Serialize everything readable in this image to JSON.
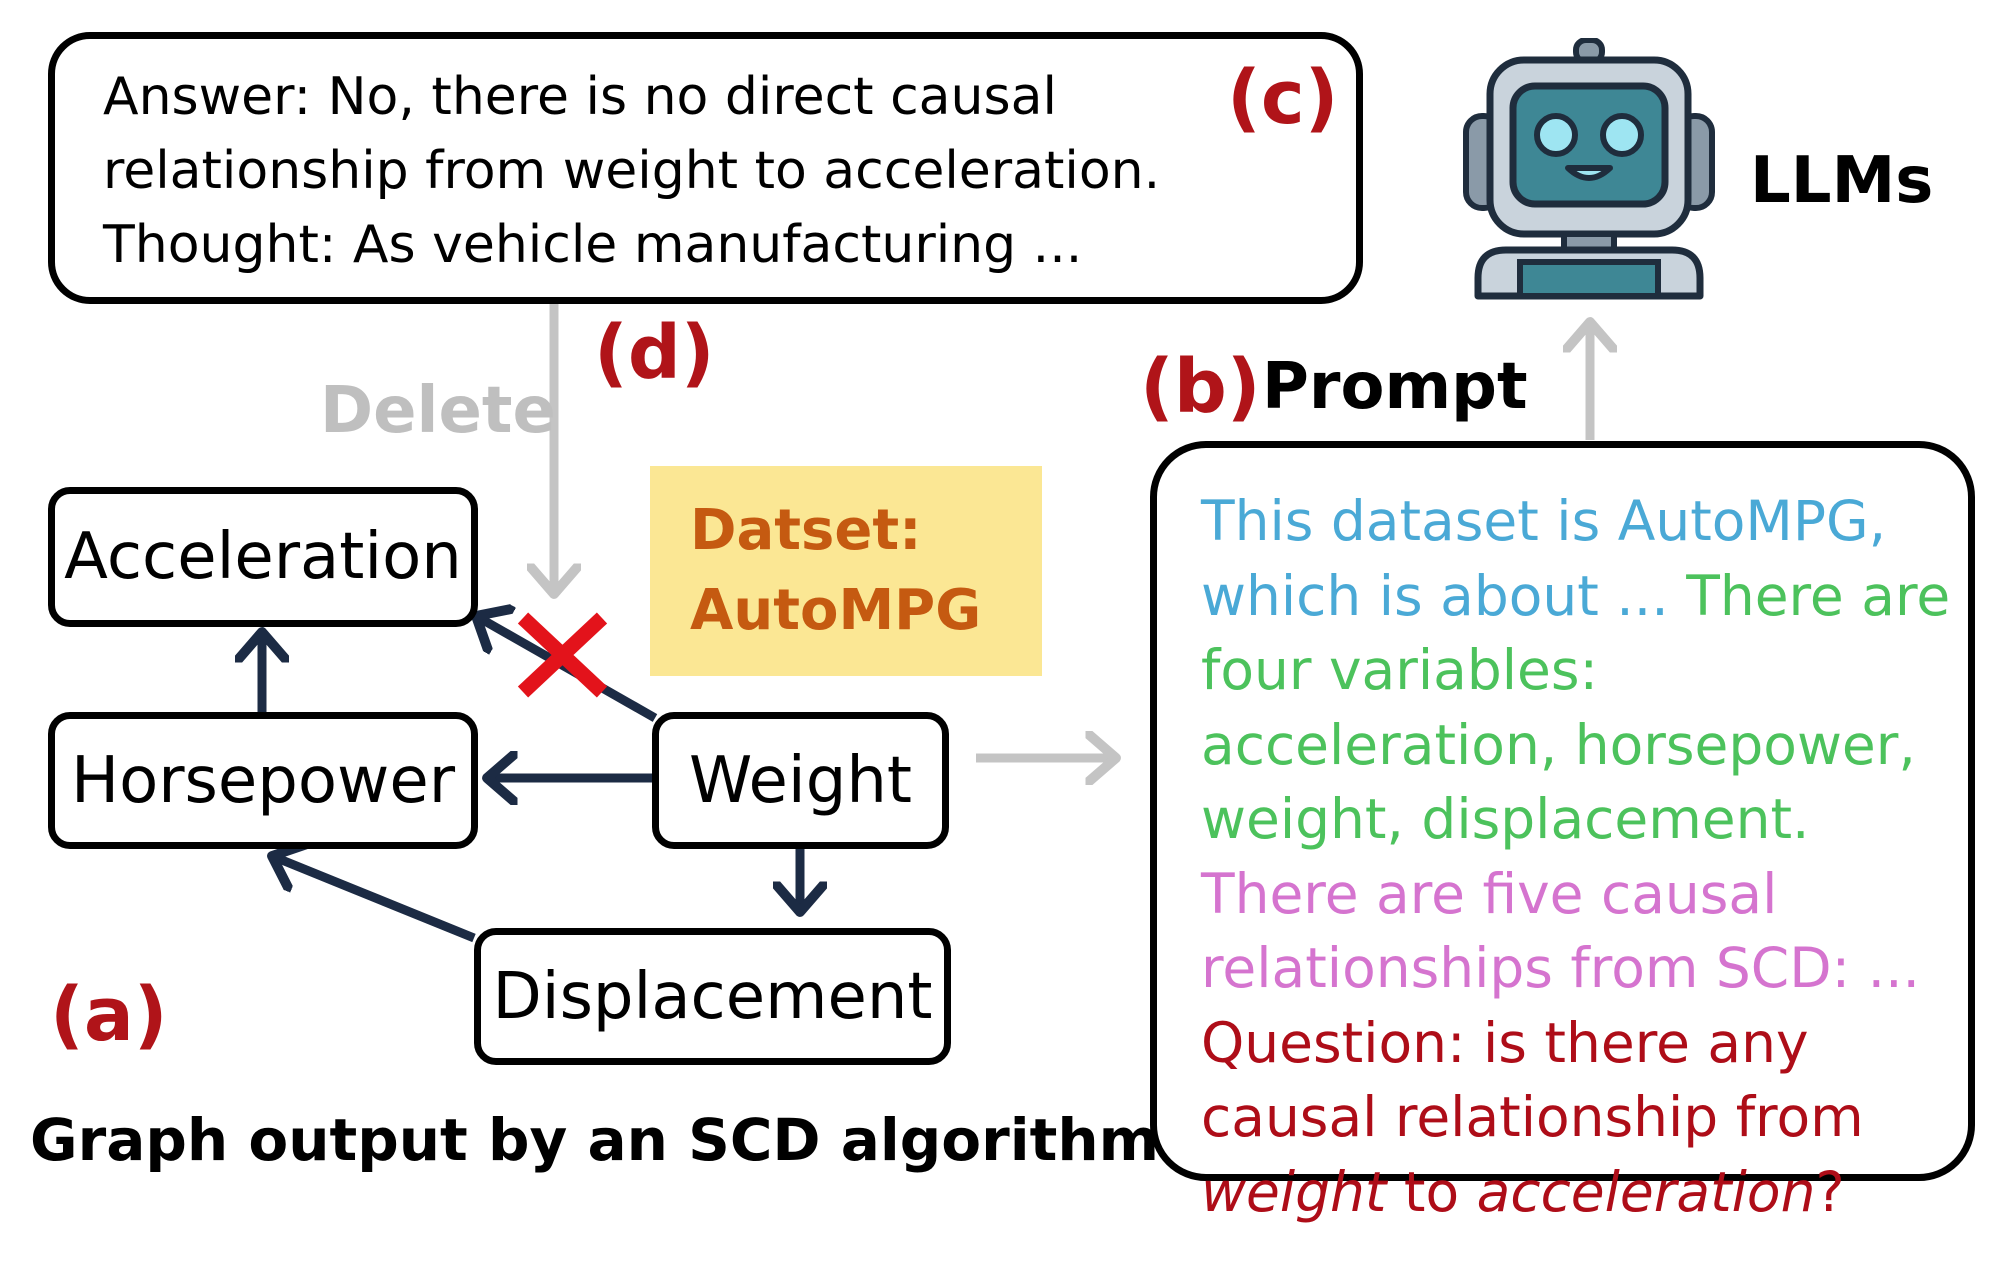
{
  "answer_box": {
    "line1": "Answer: No, there is no direct causal",
    "line2": "relationship from weight to acceleration.",
    "line3": "Thought: As vehicle manufacturing ...",
    "tag": "(c)"
  },
  "llm": {
    "label": "LLMs",
    "icon": "robot-icon"
  },
  "delete_step": {
    "tag": "(d)",
    "label": "Delete",
    "icon": "red-x-icon"
  },
  "prompt": {
    "tag": "(b)",
    "title": "Prompt",
    "seg_blue": "This dataset is AutoMPG, which is about ... ",
    "seg_green": "There are four variables: acceleration, horsepower, weight, displacement. ",
    "seg_pink": "There are five causal relationships from SCD: ... ",
    "seg_red_1": "Question: is there any causal relationship from ",
    "seg_red_em1": "weight",
    "seg_red_2": " to ",
    "seg_red_em2": "acceleration",
    "seg_red_3": "?"
  },
  "dataset": {
    "line1": "Datset:",
    "line2": "AutoMPG"
  },
  "graph": {
    "tag": "(a)",
    "caption": "Graph output by an SCD algorithm",
    "nodes": {
      "acceleration": "Acceleration",
      "horsepower": "Horsepower",
      "weight": "Weight",
      "displacement": "Displacement"
    }
  },
  "colors": {
    "edge": "#1c2b44",
    "gray_arrow": "#c4c4c4",
    "dataset_bg": "#fbe794",
    "dataset_text": "#c55a11",
    "tag_red": "#b01419"
  }
}
